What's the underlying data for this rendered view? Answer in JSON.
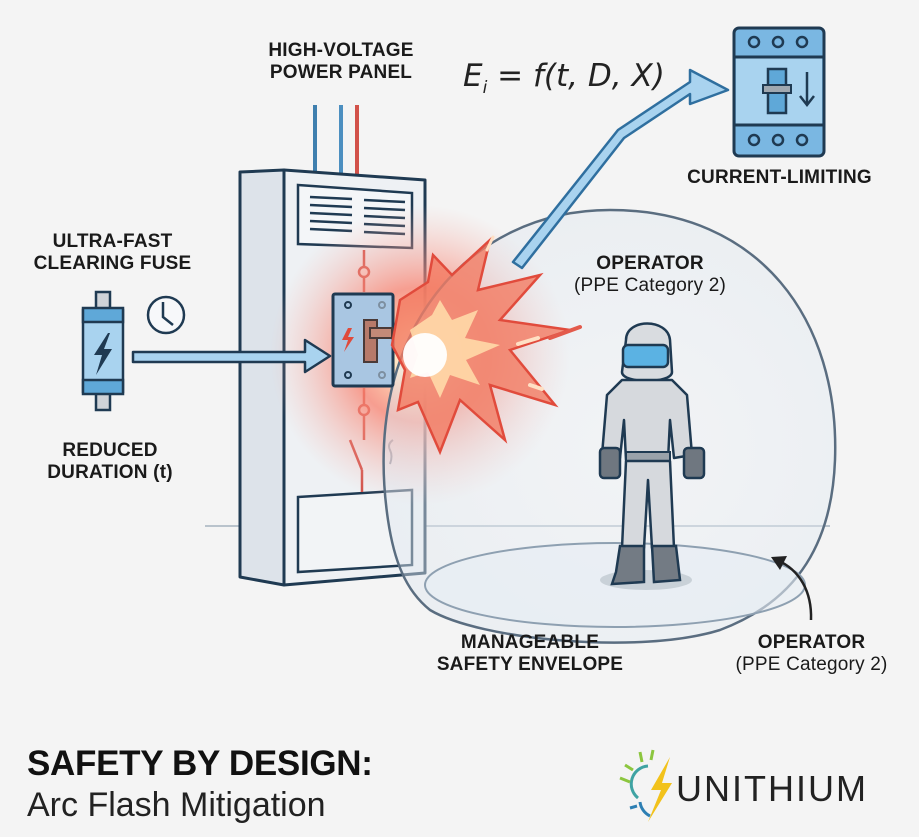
{
  "labels": {
    "panel": {
      "line1": "HIGH-VOLTAGE",
      "line2": "POWER PANEL"
    },
    "formula": {
      "lhs": "E",
      "subscript": "i",
      "rhs": " = f(t, D, X)"
    },
    "current_limiting": "CURRENT-LIMITING",
    "fuse": {
      "line1": "ULTRA-FAST",
      "line2": "CLEARING FUSE"
    },
    "duration": {
      "line1": "REDUCED",
      "line2": "DURATION (t)"
    },
    "operator_top": {
      "title": "OPERATOR",
      "subtitle": "(PPE Category 2)"
    },
    "envelope": {
      "line1": "MANAGEABLE",
      "line2": "SAFETY ENVELOPE"
    },
    "operator_bottom": {
      "title": "OPERATOR",
      "subtitle": "(PPE Category 2)"
    }
  },
  "footer": {
    "title": "SAFETY BY DESIGN:",
    "subtitle": "Arc Flash Mitigation",
    "brand": "UNITHIUM"
  },
  "colors": {
    "background": "#f4f4f4",
    "outline": "#1f3a52",
    "blue_light": "#a9d3ef",
    "blue_mid": "#5fa8d8",
    "arc_red": "#f0574a",
    "wire_blue": "#3f7fae",
    "wire_red": "#d2524a",
    "logo_yellow": "#f2c21b",
    "logo_green": "#8cc63f"
  },
  "icons": [
    "fuse-icon",
    "clock-icon",
    "breaker-icon",
    "arc-flash-icon",
    "operator-ppe-icon",
    "safety-dome-icon",
    "power-panel-icon",
    "unithium-logo-icon"
  ]
}
